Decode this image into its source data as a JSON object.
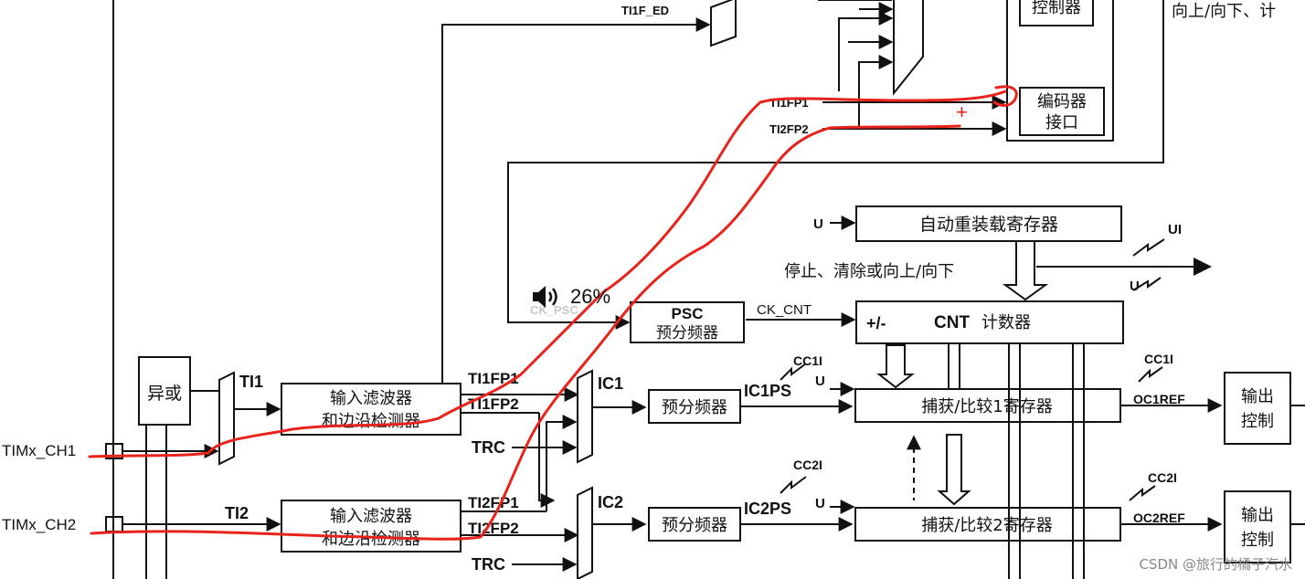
{
  "blocks": {
    "encoder_ctrl": "控制器",
    "encoder_interface_1": "编码器",
    "encoder_interface_2": "接口",
    "auto_reload": "自动重装载寄存器",
    "stop_clear": "停止、清除或向上/向下",
    "psc_1": "PSC",
    "psc_2": "预分频器",
    "cnt_prefix": "+/-",
    "cnt_bold": "CNT",
    "cnt_suffix": "计数器",
    "xor": "异或",
    "input_filter_1": "输入滤波器",
    "edge_detector_1": "和边沿检测器",
    "input_filter_2": "输入滤波器",
    "edge_detector_2": "和边沿检测器",
    "prescaler_ic1": "预分频器",
    "prescaler_ic2": "预分频器",
    "capture_compare_1": "捕获/比较1寄存器",
    "capture_compare_2": "捕获/比较2寄存器",
    "output_ctrl_1a": "输出",
    "output_ctrl_1b": "控制",
    "output_ctrl_2a": "输出",
    "output_ctrl_2b": "控制",
    "top_right_text": "向上/向下、计"
  },
  "signals": {
    "ti1f_ed": "TI1F_ED",
    "ti1fp1_top": "TI1FP1",
    "ti2fp2_top": "TI2FP2",
    "u_arr": "U",
    "ui": "UI",
    "u_right": "U",
    "ck_psc": "CK_PSC",
    "ck_cnt": "CK_CNT",
    "ti1": "TI1",
    "ti2": "TI2",
    "ti1fp1": "TI1FP1",
    "ti1fp2": "TI1FP2",
    "trc1": "TRC",
    "ti2fp1": "TI2FP1",
    "ti2fp2": "TI2FP2",
    "trc2": "TRC",
    "ic1": "IC1",
    "ic2": "IC2",
    "ic1ps": "IC1PS",
    "ic2ps": "IC2PS",
    "cc1i_in": "CC1I",
    "u_cc1": "U",
    "cc2i_in": "CC2I",
    "u_cc2": "U",
    "cc1i_out": "CC1I",
    "cc2i_out": "CC2I",
    "oc1ref": "OC1REF",
    "oc2ref": "OC2REF",
    "timx_ch1": "TIMx_CH1",
    "timx_ch2": "TIMx_CH2"
  },
  "annotation": {
    "plus_mark": "+",
    "color": "#e8231b"
  },
  "volume_osd": {
    "icon": "speaker-icon",
    "level_text": "26%"
  },
  "watermark": "CSDN @旅行的橘子汽水"
}
